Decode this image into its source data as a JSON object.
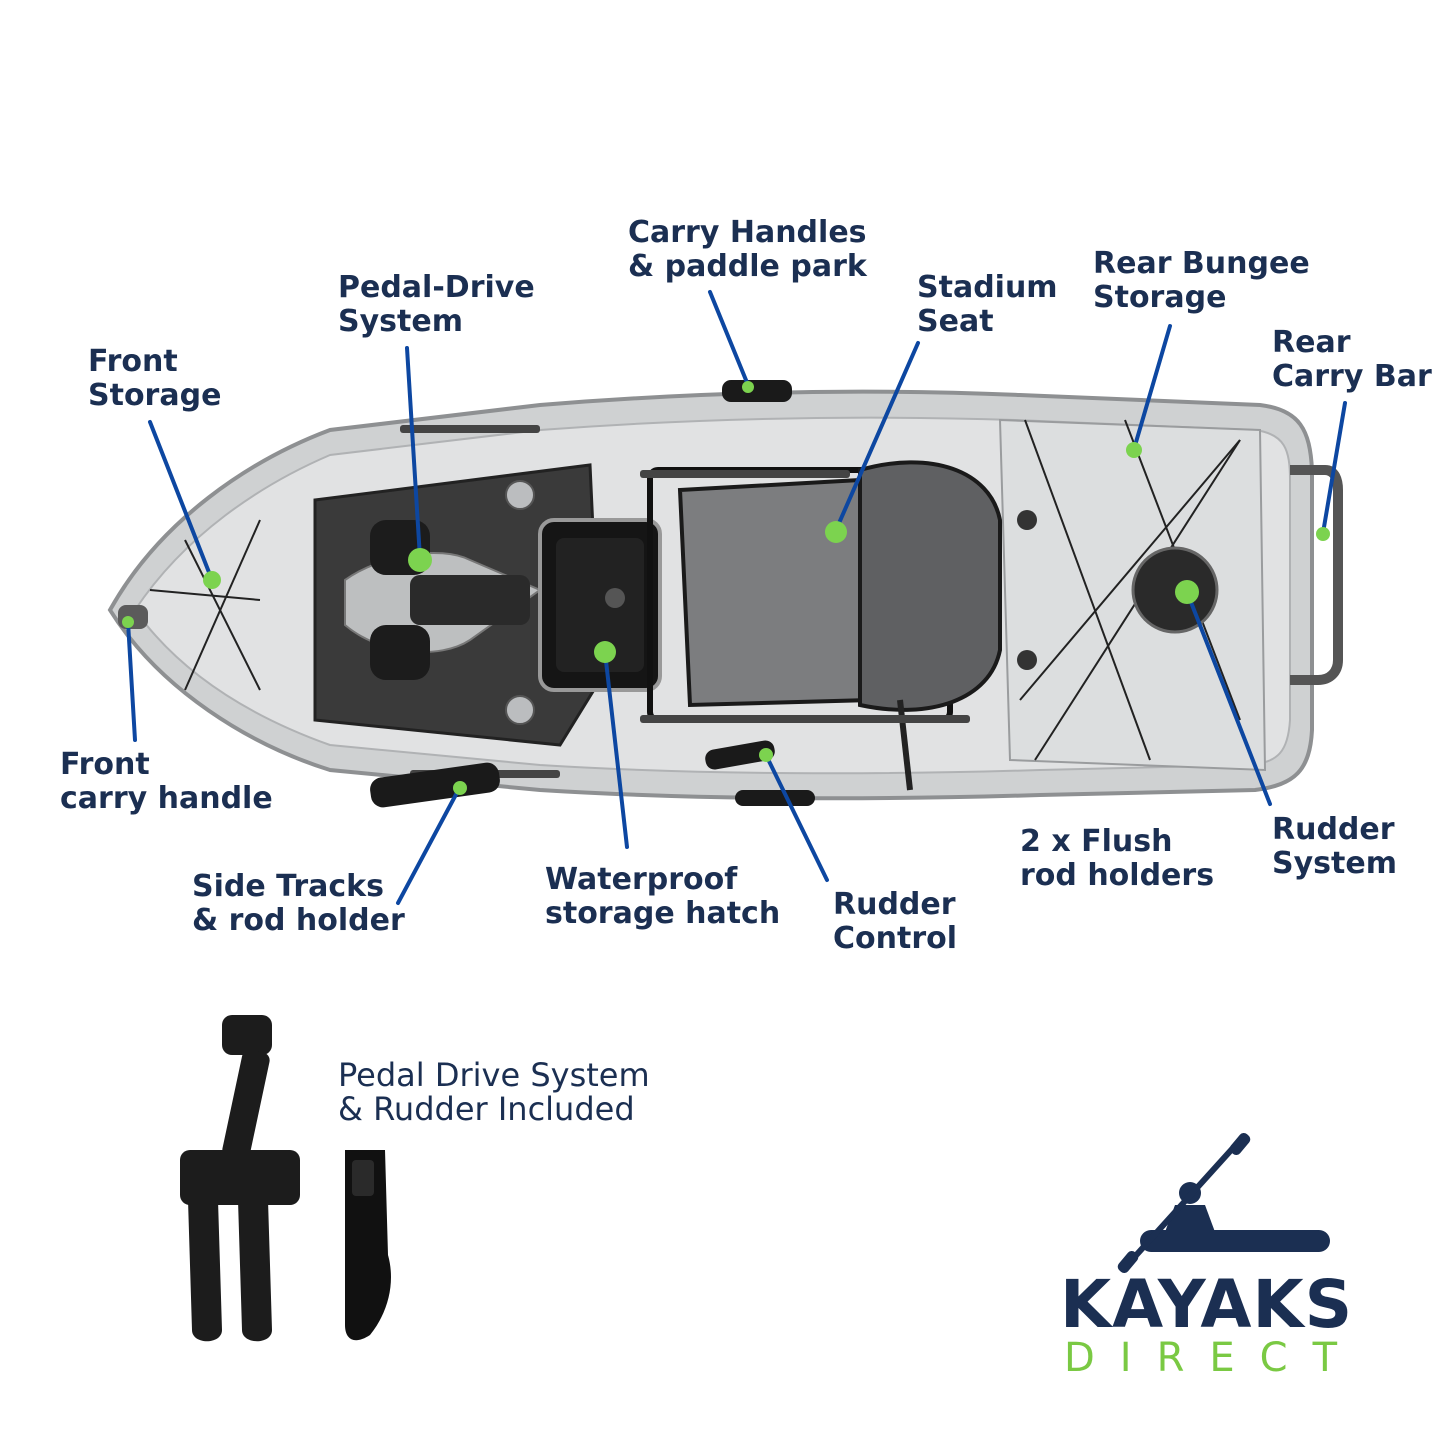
{
  "callouts": [
    {
      "id": "front-storage",
      "text": "Front\nStorage"
    },
    {
      "id": "pedal-drive",
      "text": "Pedal-Drive\nSystem"
    },
    {
      "id": "carry-handles",
      "text": "Carry Handles\n& paddle park"
    },
    {
      "id": "stadium-seat",
      "text": "Stadium\nSeat"
    },
    {
      "id": "rear-bungee",
      "text": "Rear Bungee\nStorage"
    },
    {
      "id": "rear-carry-bar",
      "text": "Rear\nCarry Bar"
    },
    {
      "id": "front-carry-handle",
      "text": "Front\ncarry handle"
    },
    {
      "id": "side-tracks",
      "text": "Side Tracks\n& rod holder"
    },
    {
      "id": "waterproof-hatch",
      "text": "Waterproof\nstorage hatch"
    },
    {
      "id": "rudder-control",
      "text": "Rudder\nControl"
    },
    {
      "id": "flush-rod-holders",
      "text": "2 x Flush\nrod holders"
    },
    {
      "id": "rudder-system",
      "text": "Rudder\nSystem"
    }
  ],
  "included_caption": "Pedal Drive System\n& Rudder Included",
  "brand": {
    "name": "KAYAKS",
    "sub": "DIRECT"
  },
  "colors": {
    "label": "#1b2f52",
    "leader_line": "#0d47a1",
    "marker": "#7cd34f",
    "brand_green": "#7ac943",
    "hull": "#c9cbcc",
    "deck_pad": "#3a3a3a"
  }
}
